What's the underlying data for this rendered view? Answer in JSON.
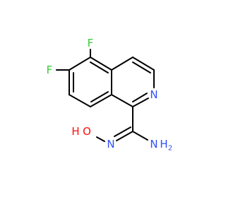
{
  "molecule": {
    "atoms": {
      "f_top": {
        "text": "F",
        "color": "#33cc33"
      },
      "f_left": {
        "text": "F",
        "color": "#33cc33"
      },
      "n_ring": {
        "text": "N",
        "color": "#3050f8"
      },
      "o_hydroxy": {
        "text": "O",
        "color": "#ff0d0d"
      },
      "h_hydroxy": {
        "text": "H",
        "color": "#ff0d0d"
      },
      "n_oxime": {
        "text": "N",
        "color": "#3050f8"
      },
      "n_amine": {
        "text": "N",
        "color": "#3050f8"
      },
      "h_amine": {
        "text": "H",
        "color": "#3050f8"
      },
      "sub_amine": {
        "text": "2",
        "color": "#3050f8"
      }
    },
    "bond_color": "#000000",
    "background": "#ffffff"
  }
}
